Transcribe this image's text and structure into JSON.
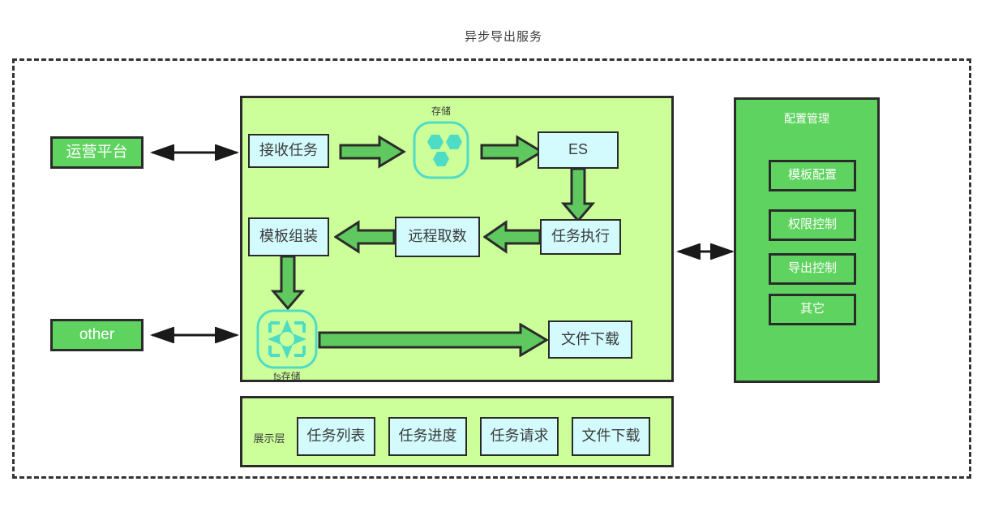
{
  "title": "异步导出服务",
  "external": {
    "ops_platform": "运营平台",
    "other": "other"
  },
  "service_panel": {
    "receive_task": "接收任务",
    "storage_caption": "存储",
    "storage_icon": "hexagon-cluster-icon",
    "es": "ES",
    "task_execute": "任务执行",
    "remote_fetch": "远程取数",
    "template_assemble": "模板组装",
    "fs_storage_caption": "fs存储",
    "fs_storage_icon": "diamond-frame-icon",
    "file_download": "文件下载"
  },
  "presentation": {
    "label": "展示层",
    "items": [
      "任务列表",
      "任务进度",
      "任务请求",
      "文件下载"
    ]
  },
  "config": {
    "title": "配置管理",
    "items": [
      "模板配置",
      "权限控制",
      "导出控制",
      "其它"
    ]
  },
  "colors": {
    "panel_fill": "#CCFF99",
    "green_box": "#5FD35F",
    "blue_box": "#D3FBFD",
    "border": "#2B2B2B",
    "arrow_fill": "#5FC95F",
    "icon_teal": "#4FDCC4",
    "dashed_border": "#333333"
  }
}
